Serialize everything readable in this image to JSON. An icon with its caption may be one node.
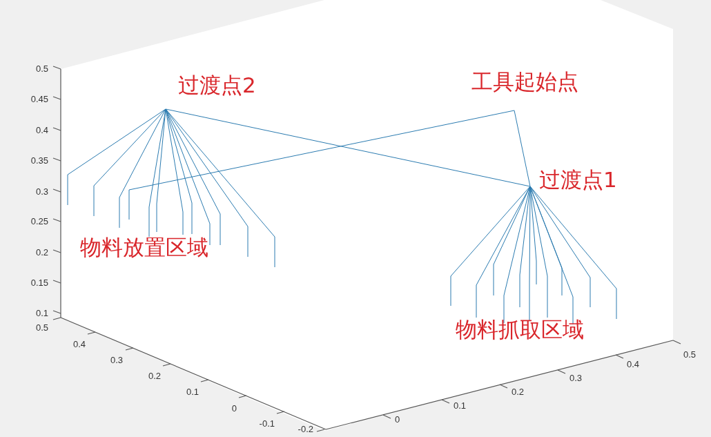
{
  "diagram": {
    "nodes": [
      {
        "text": [
          "过渡点2"
        ]
      },
      {
        "text": [
          "工具起始点"
        ]
      },
      {
        "text": [
          "过渡点1"
        ]
      },
      {
        "text": [
          "物料放置区域"
        ]
      },
      {
        "text": [
          "物料抓取区域"
        ]
      }
    ],
    "labels": [
      "0.5",
      "0.45",
      "0.4",
      "0.35",
      "0.3",
      "0.25",
      "0.2",
      "0.15",
      "0.1",
      "0.5",
      "0.4",
      "0.3",
      "0.2",
      "0.1",
      "0",
      "-0.1",
      "-0.2",
      "0",
      "0.1",
      "0.2",
      "0.3",
      "0.4",
      "0.5"
    ]
  }
}
